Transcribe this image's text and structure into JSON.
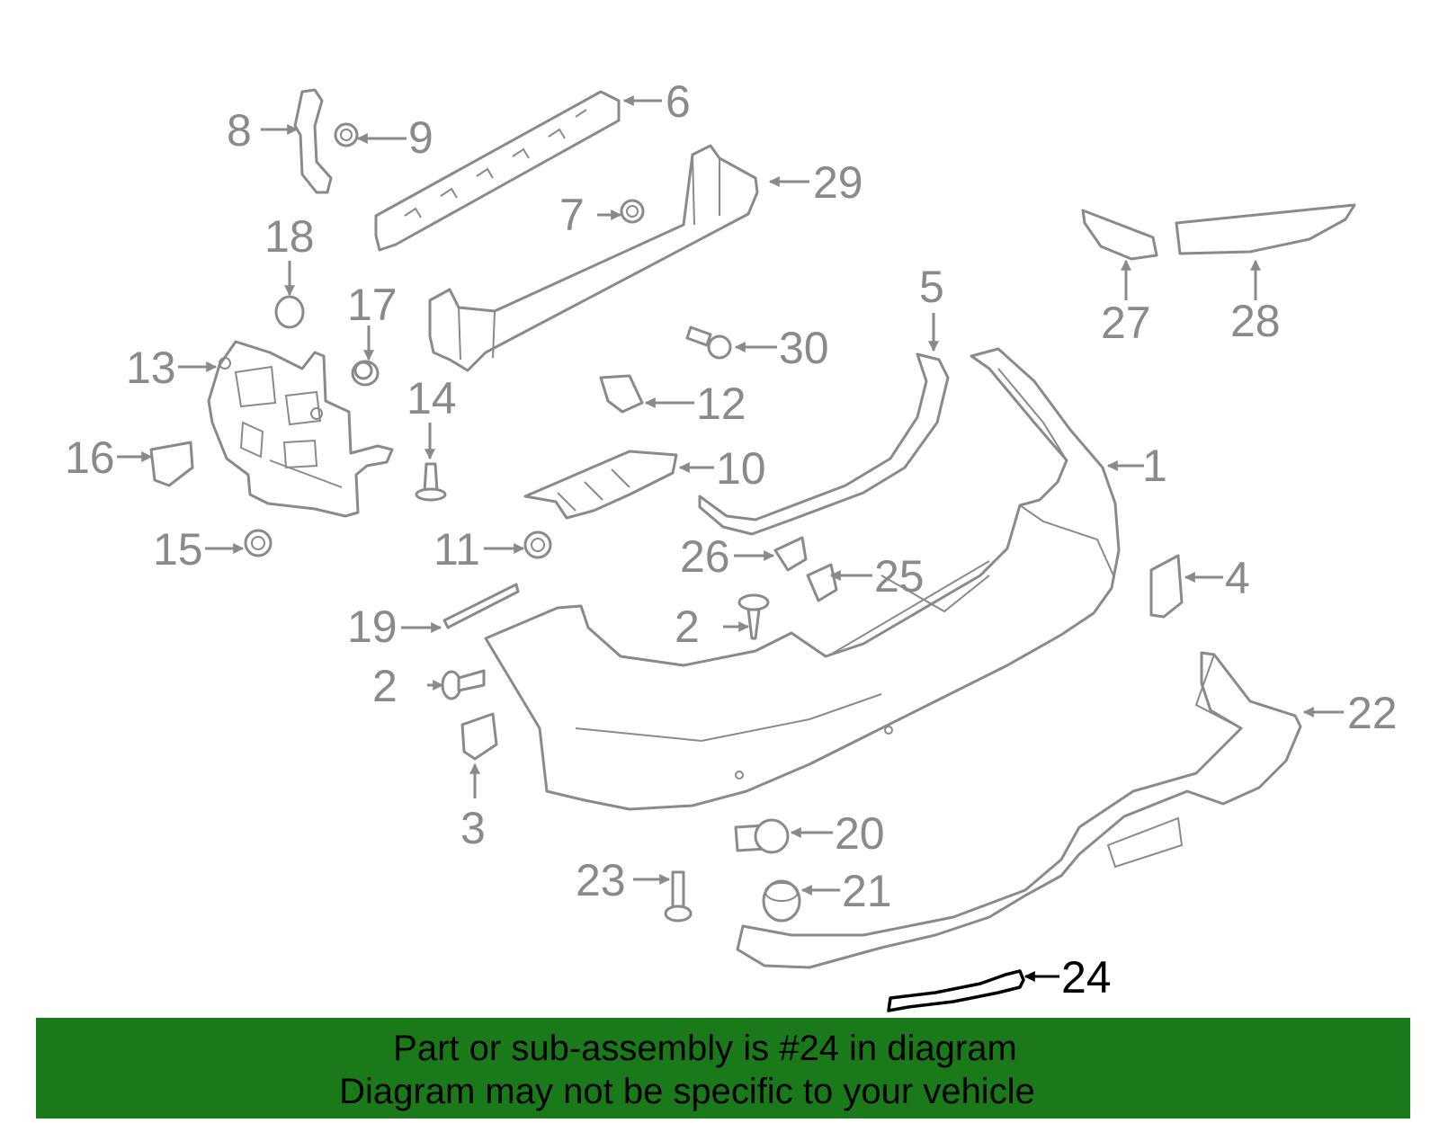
{
  "diagram": {
    "callouts": {
      "c1": "1",
      "c2a": "2",
      "c2b": "2",
      "c3": "3",
      "c4": "4",
      "c5": "5",
      "c6": "6",
      "c7": "7",
      "c8": "8",
      "c9": "9",
      "c10": "10",
      "c11": "11",
      "c12": "12",
      "c13": "13",
      "c14": "14",
      "c15": "15",
      "c16": "16",
      "c17": "17",
      "c18": "18",
      "c19": "19",
      "c20": "20",
      "c21": "21",
      "c22": "22",
      "c23": "23",
      "c24": "24",
      "c25": "25",
      "c26": "26",
      "c27": "27",
      "c28": "28",
      "c29": "29",
      "c30": "30"
    },
    "highlighted_part": "24",
    "colors": {
      "part_line": "#8a8a8a",
      "highlight_line": "#000000",
      "banner": "#1a7a1a"
    }
  },
  "banner": {
    "line1": "Part or sub-assembly is #24 in diagram",
    "line2": "Diagram may not be specific to your vehicle"
  }
}
